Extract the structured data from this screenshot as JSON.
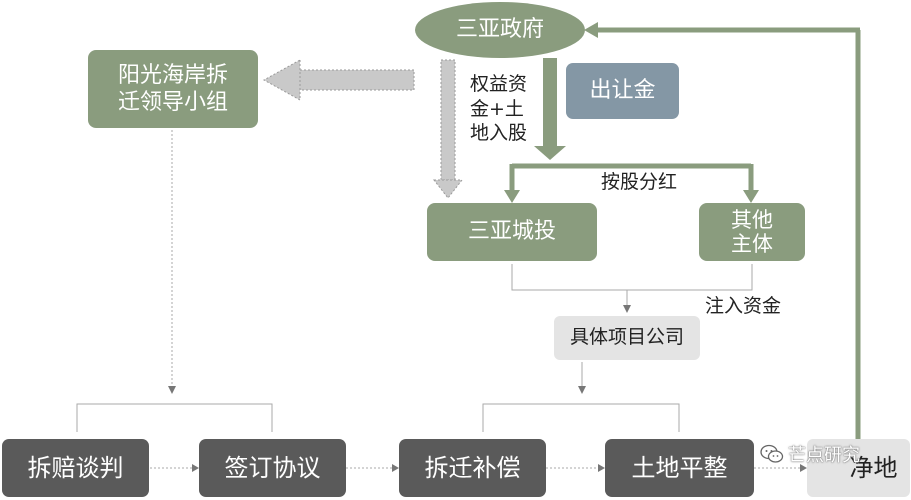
{
  "nodes": {
    "sanya_gov": "三亚政府",
    "leading_group": "阳光海岸拆\n迁领导小组",
    "transfer_fee": "出让金",
    "sanya_chengtou": "三亚城投",
    "other_entity": "其他\n主体",
    "project_company": "具体项目公司",
    "negotiation": "拆赔谈判",
    "sign_agreement": "签订协议",
    "compensation": "拆迁补偿",
    "land_leveling": "土地平整",
    "net_land": "净地"
  },
  "labels": {
    "equity_land": "权益资\n金+土\n地入股",
    "dividend": "按股分红",
    "capital_injection": "注入资金"
  },
  "watermark": {
    "text": "芒点研究",
    "icon": "wechat-icon"
  },
  "colors": {
    "green": "#8a9c7e",
    "dark": "#5a5a5a",
    "slate": "#8497a5",
    "light": "#e4e4e4",
    "dotted_arrow": "#c9c9c9"
  }
}
